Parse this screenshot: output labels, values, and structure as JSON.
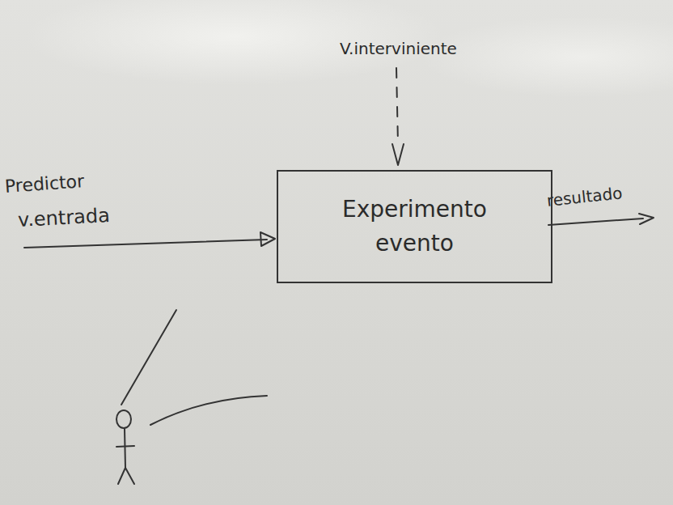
{
  "diagram": {
    "nodes": [
      {
        "text": [
          "Experimento",
          "evento"
        ]
      }
    ],
    "labels": [
      "V.interviniente",
      "Predictor",
      "v.entrada",
      "resultado"
    ]
  }
}
